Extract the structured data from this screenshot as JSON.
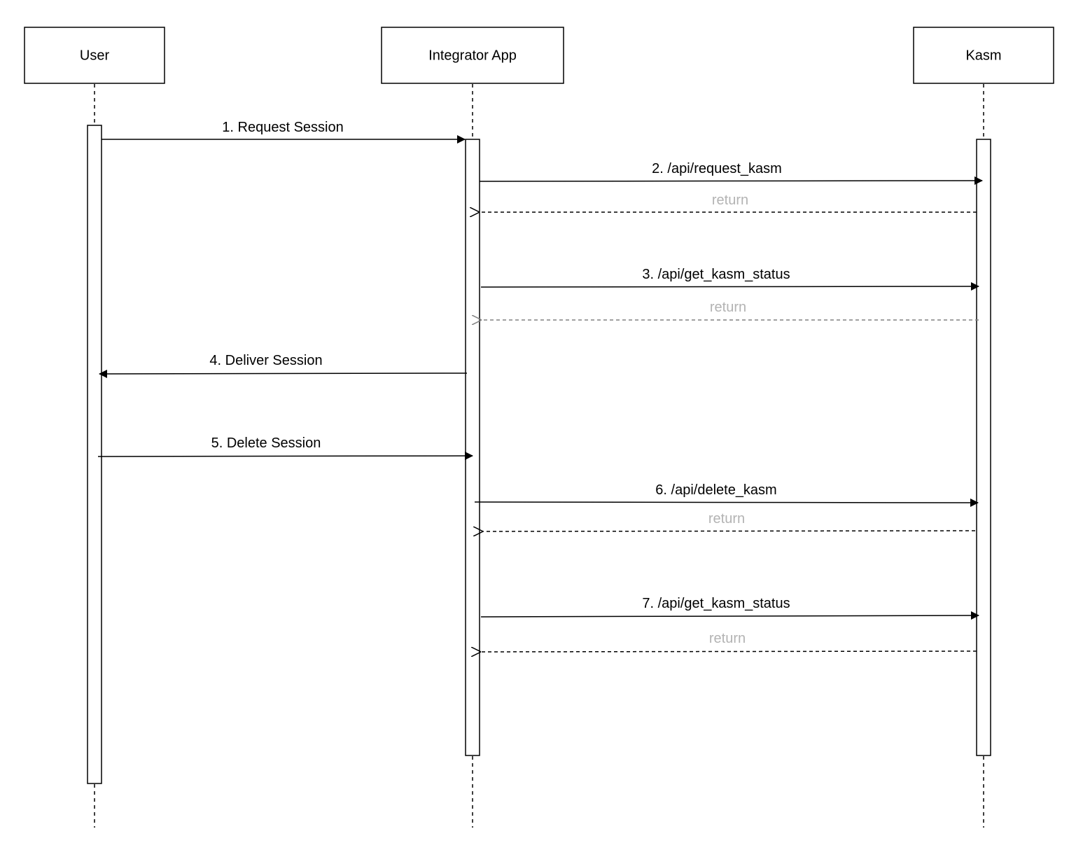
{
  "participants": {
    "user": "User",
    "app": "Integrator App",
    "kasm": "Kasm"
  },
  "messages": {
    "m1": "1. Request Session",
    "m2": "2. /api/request_kasm",
    "r2": "return",
    "m3": "3. /api/get_kasm_status",
    "r3": "return",
    "m4": "4. Deliver Session",
    "m5": "5. Delete Session",
    "m6": "6. /api/delete_kasm",
    "r6": "return",
    "m7": "7. /api/get_kasm_status",
    "r7": "return"
  },
  "colors": {
    "line": "#000000",
    "return_label": "#b3b3b3",
    "return_line_alt": "#808080"
  }
}
